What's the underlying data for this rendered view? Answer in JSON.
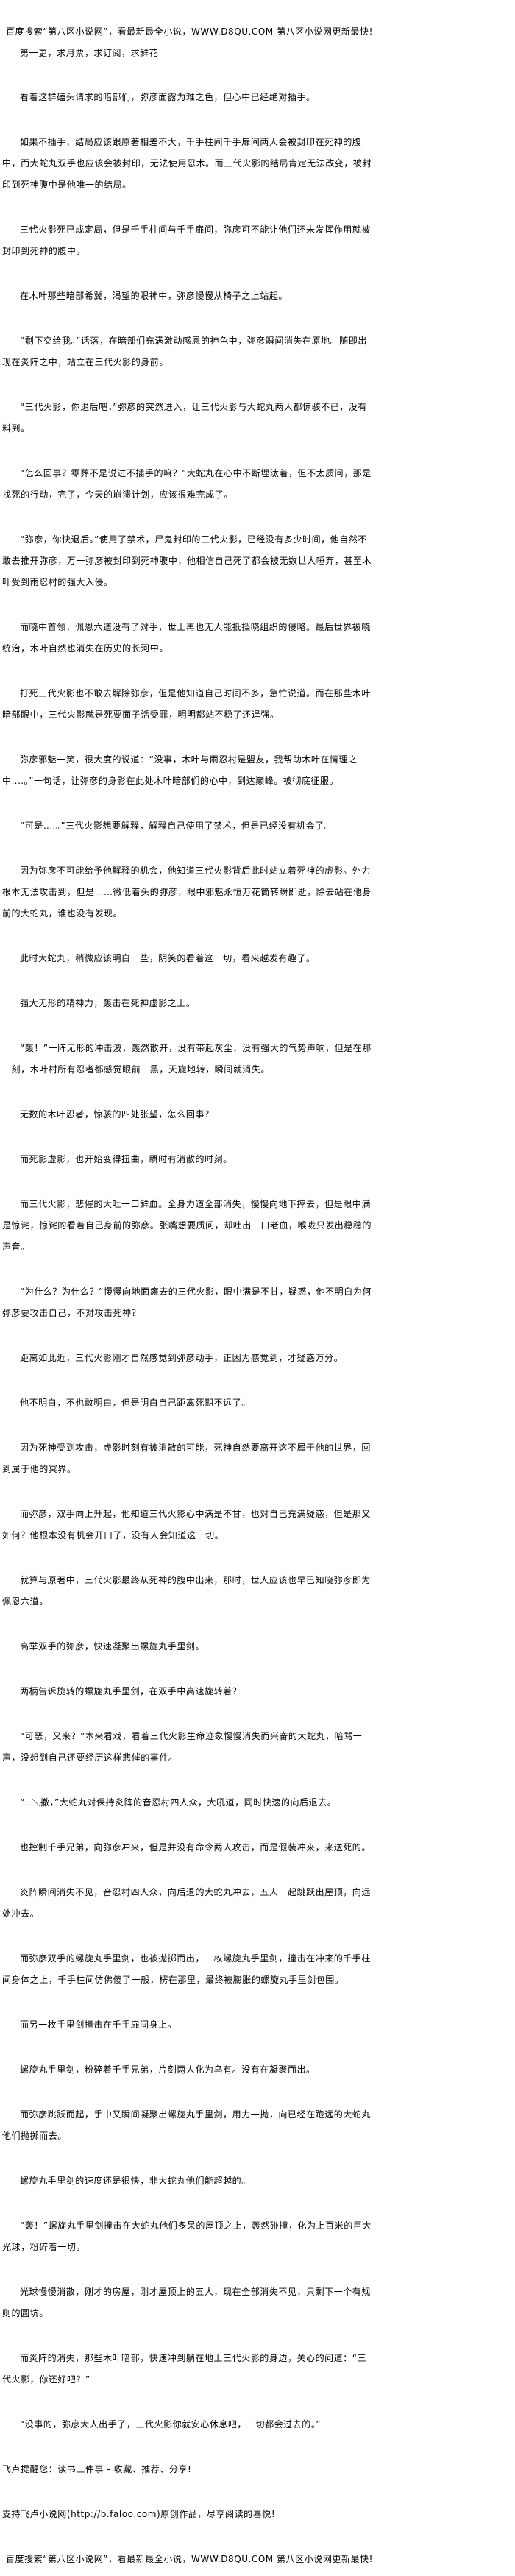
{
  "header": {
    "banner": "百度搜索“第八区小说网”，看最新最全小说，WWW.D8QU.COM  第八区小说网更新最快!",
    "chapter_note": "第一更，求月票，求订阅，求鲜花"
  },
  "paragraphs": [
    "看着这群磕头请求的暗部们，弥彦面露为难之色，但心中已经绝对插手。",
    "如果不插手，结局应该跟原著相差不大，千手柱间千手扉间两人会被封印在死神的腹中，而大蛇丸双手也应该会被封印，无法使用忍术。而三代火影的结局肯定无法改变，被封印到死神腹中是他唯一的结局。",
    "三代火影死已成定局，但是千手柱间与千手扉间，弥彦可不能让他们还未发挥作用就被封印到死神的腹中。",
    "在木叶那些暗部希冀，渴望的眼神中，弥彦慢慢从椅子之上站起。",
    "“剩下交给我。”话落，在暗部们充满激动感恩的神色中，弥彦瞬间消失在原地。随即出现在炎阵之中，站立在三代火影的身前。",
    "“三代火影，你退后吧，”弥彦的突然进入，让三代火影与大蛇丸两人都惊骇不已，没有料到。",
    "“怎么回事？零葬不是说过不插手的嘛？”大蛇丸在心中不断埋汰着，但不太质问，那是找死的行动，完了，今天的崩溃计划，应该很难完成了。",
    "“弥彦，你快退后。”使用了禁术，尸鬼封印的三代火影，已经没有多少时间，他自然不敢去推开弥彦，万一弥彦被封印到死神腹中，他相信自己死了都会被无数世人唾弃，甚至木叶受到雨忍村的强大入侵。",
    "而晓中首领，佩恩六道没有了对手，世上再也无人能抵挡晓组织的侵略。最后世界被晓统治，木叶自然也消失在历史的长河中。",
    "打死三代火影也不敢去解除弥彦，但是他知道自己时间不多，急忙说道。而在那些木叶暗部眼中，三代火影就是死要面子活受罪，明明都站不稳了还逞强。",
    "弥彦邪魅一笑，很大度的说道：“没事，木叶与雨忍村是盟友，我帮助木叶在情理之中‥‥。”一句话，让弥彦的身影在此处木叶暗部们的心中，到达巅峰。被彻底征服。",
    "“可是‥‥。”三代火影想要解释，解释自己使用了禁术，但是已经没有机会了。",
    "因为弥彦不可能给予他解释的机会，他知道三代火影背后此时站立着死神的虚影。外力根本无法攻击到，但是……微低着头的弥彦，眼中邪魅永恒万花筒转瞬即逝，除去站在他身前的大蛇丸，谁也没有发现。",
    "此时大蛇丸，稍微应该明白一些，阴笑的看着这一切，看来越发有趣了。",
    "强大无形的精神力，轰击在死神虚影之上。",
    "“轰！”一阵无形的冲击波，轰然散开，没有带起灰尘，没有强大的气势声响，但是在那一刻，木叶村所有忍者都感觉眼前一黑，天旋地转，瞬间就消失。",
    "无数的木叶忍者，惊骇的四处张望，怎么回事？",
    "而死影虚影，也开始变得扭曲，瞬时有消散的时刻。",
    "而三代火影，悲催的大吐一口鲜血。全身力道全部消失，慢慢向地下摔去，但是眼中满是惊诧，惊诧的看着自己身前的弥彦。张嘴想要质问，却吐出一口老血，喉咙只发出稳稳的声音。",
    "“为什么？为什么？”慢慢向地面瘫去的三代火影，眼中满是不甘，疑惑，他不明白为何弥彦要攻击自己，不对攻击死神？",
    "距离如此近，三代火影刚才自然感觉到弥彦动手，正因为感觉到，才疑惑万分。",
    "他不明白，不也敢明白，但是明白自己距离死期不远了。",
    "因为死神受到攻击，虚影时刻有被消散的可能，死神自然要离开这不属于他的世界，回到属于他的冥界。",
    "而弥彦，双手向上升起，他知道三代火影心中满是不甘，也对自己充满疑惑，但是那又如何？他根本没有机会开口了，没有人会知道这一切。",
    "就算与原著中，三代火影最终从死神的腹中出来，那时，世人应该也早已知晓弥彦即为佩恩六道。",
    "高举双手的弥彦，快速凝聚出螺旋丸手里剑。",
    "两柄告诉旋转的螺旋丸手里剑，在双手中高速旋转着？",
    "“可恶，又来？”本来看戏，看着三代火影生命迹象慢慢消失而兴奋的大蛇丸，暗骂一声，没想到自己还要经历这样悲催的事件。",
    "“‥＼撤，”大蛇丸对保持炎阵的音忍村四人众，大吼道，同时快速的向后退去。",
    "也控制千手兄弟，向弥彦冲来，但是并没有命令两人攻击，而是假装冲来，来送死的。",
    "炎阵瞬间消失不见，音忍村四人众，向后退的大蛇丸冲去，五人一起跳跃出屋顶，向远处冲去。",
    "而弥彦双手的螺旋丸手里剑，也被抛掷而出，一枚螺旋丸手里剑，撞击在冲来的千手柱间身体之上，千手柱间仿佛傻了一般，楞在那里，最终被膨胀的螺旋丸手里剑包围。",
    "而另一枚手里剑撞击在千手扉间身上。",
    "螺旋丸手里剑，粉碎着千手兄弟，片刻两人化为乌有。没有在凝聚而出。",
    "而弥彦跳跃而起，手中又瞬间凝聚出螺旋丸手里剑，用力一抛，向已经在跑远的大蛇丸他们抛掷而去。",
    "螺旋丸手里剑的速度还是很快，非大蛇丸他们能超越的。",
    "“轰！”螺旋丸手里剑撞击在大蛇丸他们多呆的屋顶之上，轰然碰撞，化为上百米的巨大光球，粉碎着一切。",
    "光球慢慢消散，刚才的房屋，刚才屋顶上的五人，现在全部消失不见，只剩下一个有规则的圆坑。",
    "而炎阵的消失，那些木叶暗部，快速冲到躺在地上三代火影的身边，关心的问道：“三代火影，你还好吧？”",
    "“没事的，弥彦大人出手了，三代火影你就安心休息吧，一切都会过去的。”"
  ],
  "footer": {
    "reminder": "飞卢提醒您：读书三件事 - 收藏、推荐、分享!",
    "support": "支持飞卢小说网(http://b.faloo.com)原创作品，尽享阅读的喜悦!",
    "banner": "百度搜索“第八区小说网”，看最新最全小说，WWW.D8QU.COM  第八区小说网更新最快!"
  }
}
